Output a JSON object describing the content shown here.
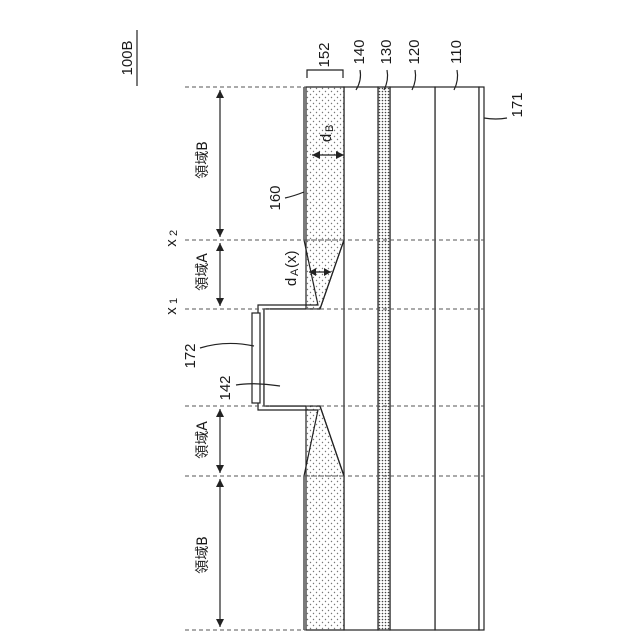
{
  "figure_label": "100B",
  "layers": {
    "l152": "152",
    "l140": "140",
    "l130": "130",
    "l120": "120",
    "l110": "110",
    "l171": "171",
    "l160": "160",
    "l172": "172",
    "l142": "142"
  },
  "thickness": {
    "dB_main": "d",
    "dB_sub": "B",
    "dA_main": "d",
    "dA_sub": "A",
    "dA_arg": "(x)"
  },
  "positions": {
    "x1_main": "x",
    "x1_sub": "1",
    "x2_main": "x",
    "x2_sub": "2"
  },
  "regions": {
    "region_b_top": "領域B",
    "region_a_top": "領域A",
    "region_a_bottom": "領域A",
    "region_b_bottom": "領域B"
  }
}
